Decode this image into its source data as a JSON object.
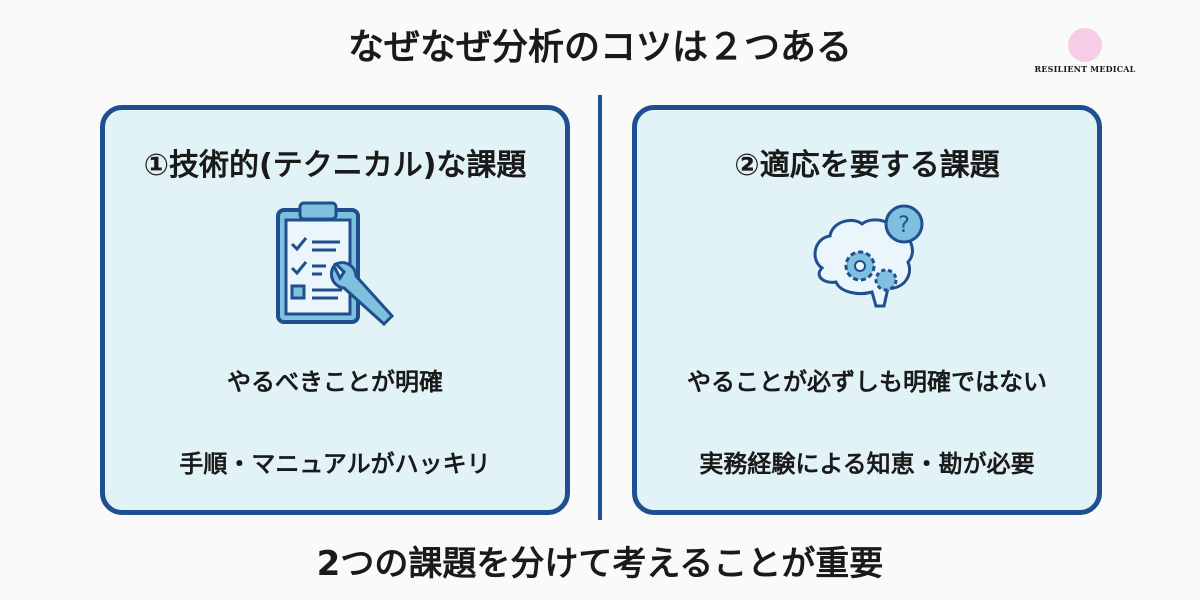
{
  "title": "なぜなぜ分析のコツは２つある",
  "logo": {
    "name": "RESILIENT MEDICAL"
  },
  "cards": [
    {
      "heading": "①技術的(テクニカル)な課題",
      "icon": "clipboard-wrench-icon",
      "lines": [
        "やるべきことが明確",
        "手順・マニュアルがハッキリ"
      ]
    },
    {
      "heading": "②適応を要する課題",
      "icon": "brain-gears-question-icon",
      "lines": [
        "やることが必ずしも明確ではない",
        "実務経験による知恵・勘が必要"
      ]
    }
  ],
  "bottom": "2つの課題を分けて考えることが重要",
  "colors": {
    "border": "#1f4f8f",
    "card_bg": "#e2f3f7",
    "icon": "#7fc0df"
  }
}
